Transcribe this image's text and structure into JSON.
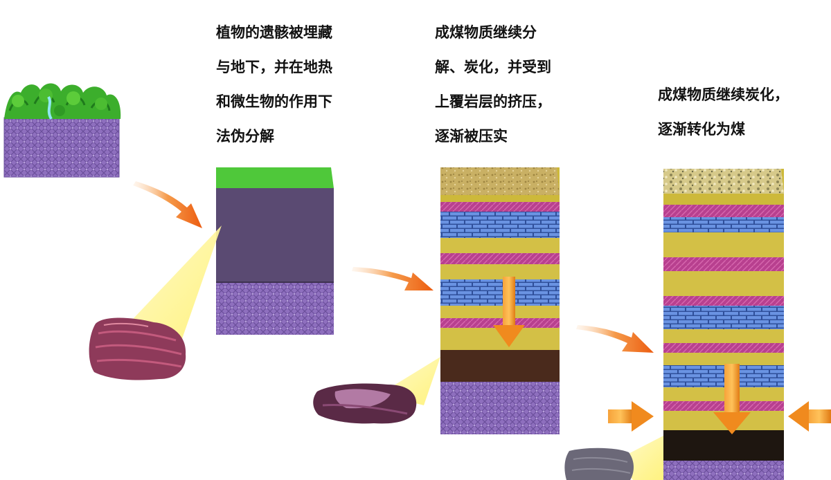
{
  "captions": [
    {
      "lines": [
        "植物的遗骸被埋藏",
        "与地下，并在地热",
        "和微生物的作用下",
        "法伪分解"
      ]
    },
    {
      "lines": [
        "成煤物质继续分",
        "解、炭化，并受到",
        "上覆岩层的挤压，",
        "逐渐被压实"
      ]
    },
    {
      "lines": [
        "成煤物质继续炭化，",
        "逐渐转化为煤"
      ]
    }
  ],
  "colors": {
    "plant_green": "#3cae2c",
    "soil_purple": "#8e6fbe",
    "peat_dark": "#5a4a72",
    "peat_top": "#4fc83a",
    "rock_yellow": "#cdb93a",
    "rock_magenta": "#b23c8a",
    "rock_blue": "#5f86d8",
    "coal_brown": "#4a2a1c",
    "coal_black": "#1e1610",
    "arrow_orange": "#f07a1c",
    "beam_yellow": "#fff27a"
  },
  "icons": [
    "plant-foliage-icon",
    "peat-sample-icon",
    "lignite-sample-icon",
    "coal-sample-icon"
  ]
}
